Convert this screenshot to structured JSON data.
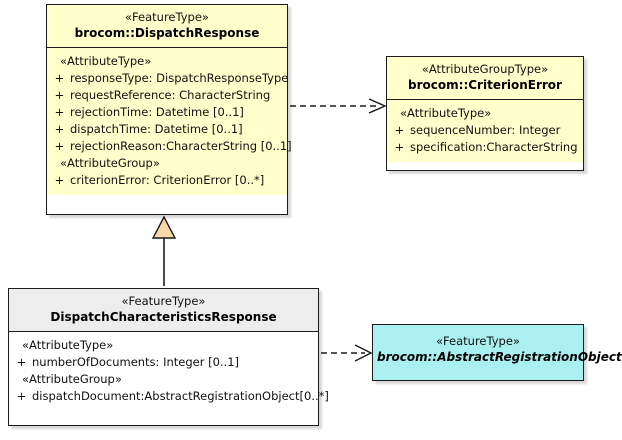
{
  "diagram": {
    "type": "uml-class-diagram",
    "background": "#ffffff",
    "colors": {
      "yellow_fill": "#ffffcc",
      "grey_fill": "#ededed",
      "white_fill": "#ffffff",
      "cyan_fill": "#aaf0f0",
      "border": "#1b1b1b",
      "generalization_triangle_fill": "#f8d7a8"
    }
  },
  "classes": {
    "dispatch_response": {
      "stereotype": "«FeatureType»",
      "name": "brocom::DispatchResponse",
      "abstract": false,
      "fill": "yellow",
      "compartments": [
        {
          "group_label": "«AttributeType»",
          "attributes": [
            {
              "visibility": "+",
              "text": "responseType: DispatchResponseType"
            },
            {
              "visibility": "+",
              "text": "requestReference: CharacterString"
            },
            {
              "visibility": "+",
              "text": "rejectionTime: Datetime [0..1]"
            },
            {
              "visibility": "+",
              "text": "dispatchTime: Datetime [0..1]"
            },
            {
              "visibility": "+",
              "text": "rejectionReason:CharacterString [0..1]"
            }
          ]
        },
        {
          "group_label": "«AttributeGroup»",
          "attributes": [
            {
              "visibility": "+",
              "text": "criterionError: CriterionError [0..*]"
            }
          ]
        }
      ]
    },
    "criterion_error": {
      "stereotype": "«AttributeGroupType»",
      "name": "brocom::CriterionError",
      "abstract": false,
      "fill": "yellow",
      "compartments": [
        {
          "group_label": "«AttributeType»",
          "attributes": [
            {
              "visibility": "+",
              "text": "sequenceNumber: Integer"
            },
            {
              "visibility": "+",
              "text": "specification:CharacterString"
            }
          ]
        }
      ]
    },
    "dispatch_characteristics_response": {
      "stereotype": "«FeatureType»",
      "name": "DispatchCharacteristicsResponse",
      "abstract": false,
      "fill": "grey",
      "compartments": [
        {
          "group_label": "«AttributeType»",
          "attributes": [
            {
              "visibility": "+",
              "text": "numberOfDocuments: Integer [0..1]"
            }
          ]
        },
        {
          "group_label": "«AttributeGroup»",
          "attributes": [
            {
              "visibility": "+",
              "text": "dispatchDocument:AbstractRegistrationObject[0..*]"
            }
          ]
        }
      ]
    },
    "abstract_registration_object": {
      "stereotype": "«FeatureType»",
      "name": "brocom::AbstractRegistrationObject",
      "abstract": true,
      "fill": "cyan",
      "compartments": []
    }
  },
  "relationships": [
    {
      "name": "dependency-dispatchresponse-to-criterionerror",
      "kind": "dependency",
      "line": "dashed",
      "arrow": "open",
      "from": "dispatch_response",
      "to": "criterion_error"
    },
    {
      "name": "generalization-dispatchcharacteristicsresponse-to-dispatchresponse",
      "kind": "generalization",
      "line": "solid",
      "arrow": "closed-triangle",
      "from": "dispatch_characteristics_response",
      "to": "dispatch_response"
    },
    {
      "name": "dependency-dispatchcharacteristicsresponse-to-abstractregistrationobject",
      "kind": "dependency",
      "line": "dashed",
      "arrow": "open",
      "from": "dispatch_characteristics_response",
      "to": "abstract_registration_object"
    }
  ]
}
